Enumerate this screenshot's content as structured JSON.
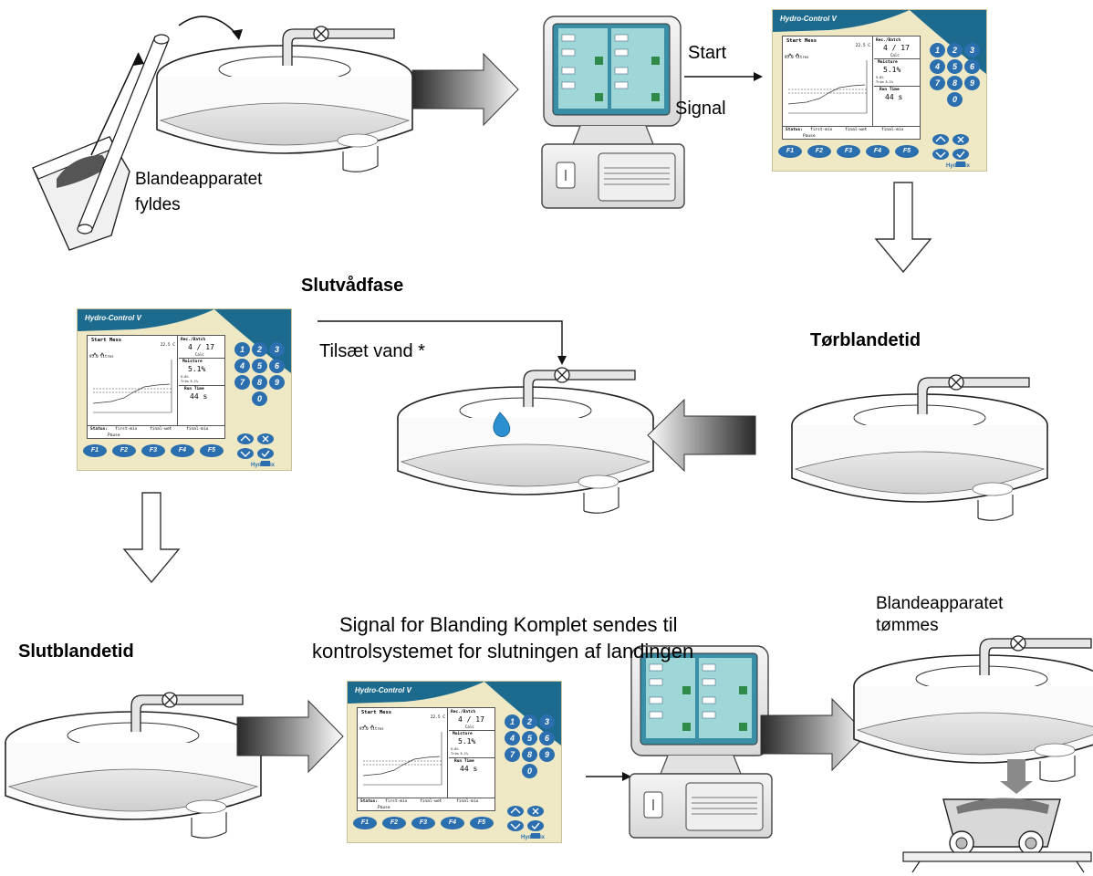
{
  "labels": {
    "fill": [
      "Blandeapparatet",
      "fyldes"
    ],
    "start": "Start",
    "signal": "Signal",
    "slutvadfase": "Slutvådfase",
    "tilsaet_vand": "Tilsæt vand *",
    "torblandetid": "Tørblandetid",
    "slutblandetid": "Slutblandetid",
    "signal_complete": [
      "Signal for Blanding Komplet sendes til",
      "kontrolsystemet for slutningen af landingen"
    ],
    "empty": [
      "Blandeapparatet",
      "tømmes"
    ]
  },
  "controller": {
    "title": "Hydro-Control V",
    "brand": "Hydronix",
    "screen_title": "Start Mess",
    "temp": "22.5 C",
    "volume": "95.0 litres",
    "rec_batch_label": "Rec./Batch",
    "rec_batch_value": "4 / 17",
    "calc": "Calc",
    "moisture_label": "Moisture",
    "moisture_value": "5.1%",
    "moisture_sub": "5.0%",
    "trim": "Trim 5.1%",
    "run_time_label": "Run Time",
    "run_time_value": "44 s",
    "status_label": "Status:",
    "status_items": [
      "first-mix",
      "final-wet",
      "final-mix"
    ],
    "pause": "Pause",
    "keypad": [
      "1",
      "2",
      "3",
      "4",
      "5",
      "6",
      "7",
      "8",
      "9",
      "0"
    ],
    "fkeys": [
      "F1",
      "F2",
      "F3",
      "F4",
      "F5"
    ]
  },
  "colors": {
    "panel_bg": "#efe8c5",
    "panel_blue": "#1c6b8e",
    "key_blue": "#2b6fae",
    "fkey_bg": "#bfe0ee",
    "water": "#2c8fd0"
  }
}
